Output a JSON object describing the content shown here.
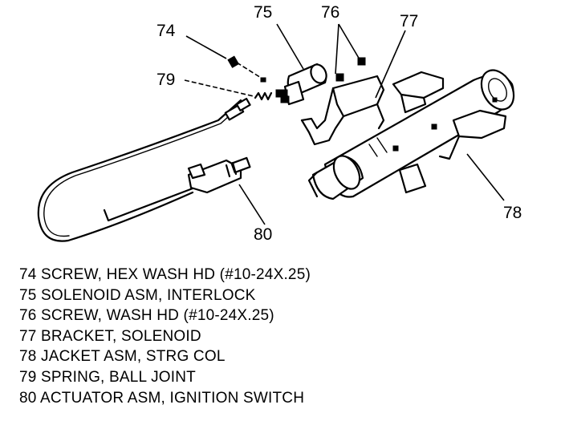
{
  "callouts": {
    "c74": "74",
    "c75": "75",
    "c76": "76",
    "c77": "77",
    "c78": "78",
    "c79": "79",
    "c80": "80"
  },
  "legend": [
    {
      "text": "74 SCREW, HEX WASH HD (#10-24X.25)"
    },
    {
      "text": "75 SOLENOID ASM, INTERLOCK"
    },
    {
      "text": "76 SCREW, WASH HD (#10-24X.25)"
    },
    {
      "text": "77 BRACKET, SOLENOID"
    },
    {
      "text": "78 JACKET ASM, STRG COL"
    },
    {
      "text": "79 SPRING, BALL JOINT"
    },
    {
      "text": "80 ACTUATOR ASM, IGNITION SWITCH"
    }
  ]
}
